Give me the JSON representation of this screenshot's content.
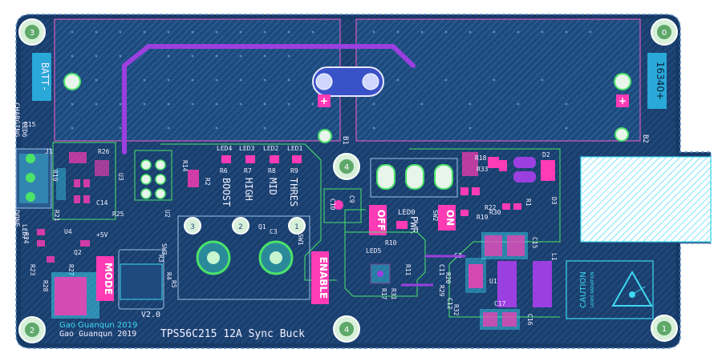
{
  "board": {
    "title": "TPS56C215 12A Sync Buck",
    "author": "Gao Guanqun 2019",
    "author_mirror": "Gao Guanqun 2019",
    "colors": {
      "substrate": "#1a3f6e",
      "copper": "#2a5a8e",
      "silk": "#f4f0ff",
      "pink": "#ff3bb5",
      "cyan": "#3fd9f2",
      "green": "#4be36a",
      "purple": "#9b3fe0"
    }
  },
  "battery": {
    "neg_label": "BATT-",
    "pos_label": "16340+",
    "b1": "B1",
    "b2": "B2"
  },
  "corner_marks": {
    "tl": "3",
    "tr": "0",
    "bl": "2",
    "br": "1"
  },
  "pads": {
    "p1": "1",
    "p2": "2",
    "p3": "3",
    "p4": "4"
  },
  "switch_labels": {
    "off": "OFF",
    "on": "ON",
    "mode": "MODE",
    "enable": "ENABLE",
    "sw1": "SW1",
    "sw2": "SW2",
    "sw3": "SW3",
    "led0": "LED0",
    "pwr": "PWR",
    "led5": "LED5"
  },
  "led_row": {
    "leds": [
      "LED4",
      "LED3",
      "LED2",
      "LED1"
    ],
    "resistors": [
      "R6",
      "R7",
      "R8",
      "R9"
    ],
    "names": [
      "BOOST",
      "HIGH",
      "MID",
      "THRES"
    ]
  },
  "left_labels": {
    "charging": "CHARGING",
    "done": "DONE",
    "led6": "LED6",
    "led7": "LED7",
    "r15": "R15",
    "j1": "J1",
    "r26": "R26",
    "r19": "R19",
    "r21": "R21",
    "r24": "R24",
    "u3": "U3",
    "c14": "C14",
    "r25": "R25",
    "r23": "R23",
    "u4": "U4",
    "q2": "Q2",
    "plus5v": "+5V",
    "r28": "R28",
    "r27": "R27"
  },
  "mid_labels": {
    "c9": "C9",
    "c10": "C10",
    "u2": "U2",
    "r14": "R14",
    "r2": "R2",
    "q1": "Q1",
    "c3": "C3",
    "r3": "R3",
    "r4": "R4",
    "r5": "R5",
    "r10": "R10",
    "r11": "R11",
    "r31": "R31",
    "r17": "R17"
  },
  "right_labels": {
    "r18": "R18",
    "r33": "R33",
    "r1": "R1",
    "d2": "D2",
    "d3": "D3",
    "r22": "R22",
    "r30": "R30",
    "r19b": "R19",
    "c15": "C15",
    "c16": "C16",
    "l1": "L1",
    "c11": "C11",
    "c12": "C12",
    "u1": "U1",
    "c17": "C17",
    "r20": "R20",
    "r29": "R29",
    "c2": "C2",
    "r32": "R32"
  },
  "caution": {
    "title": "CAUTION",
    "subtitle": "LASER RADIATION"
  },
  "version": {
    "text": "V2.0"
  }
}
